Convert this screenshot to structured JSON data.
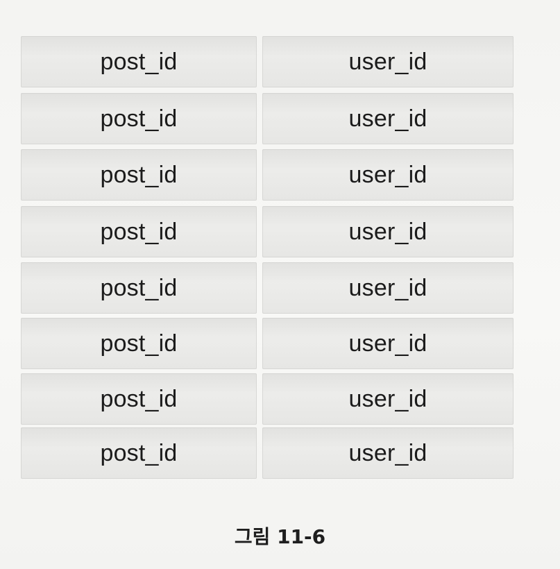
{
  "table": {
    "rows": [
      {
        "left": "post_id",
        "right": "user_id"
      },
      {
        "left": "post_id",
        "right": "user_id"
      },
      {
        "left": "post_id",
        "right": "user_id"
      },
      {
        "left": "post_id",
        "right": "user_id"
      },
      {
        "left": "post_id",
        "right": "user_id"
      },
      {
        "left": "post_id",
        "right": "user_id"
      },
      {
        "left": "post_id",
        "right": "user_id"
      },
      {
        "left": "post_id",
        "right": "user_id"
      }
    ]
  },
  "caption": "그림 11-6"
}
